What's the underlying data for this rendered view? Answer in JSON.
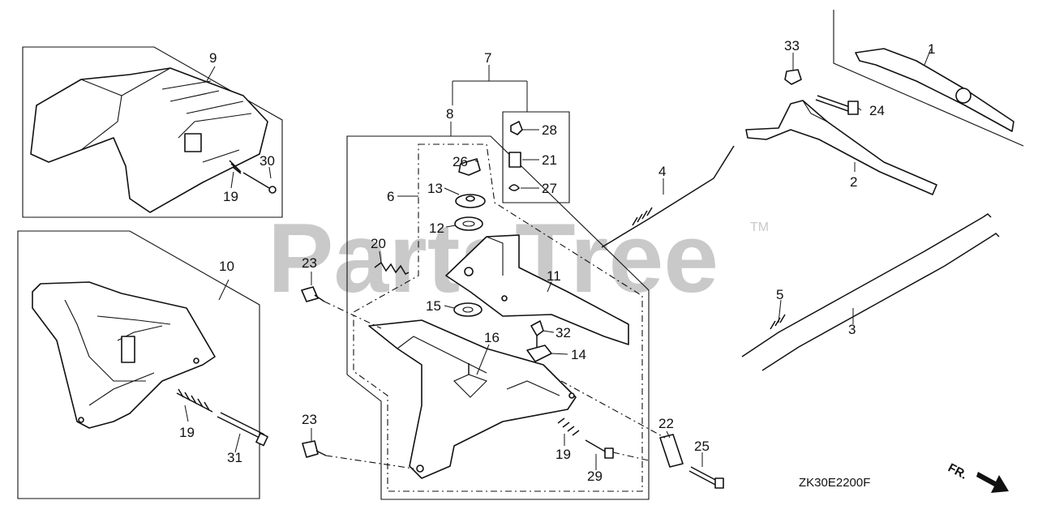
{
  "watermark": {
    "text": "PartsTree",
    "trademark": "TM"
  },
  "diagram_code": "ZK30E2200F",
  "direction_indicator": "FR.",
  "callouts": {
    "c1": "1",
    "c2": "2",
    "c3": "3",
    "c4": "4",
    "c5": "5",
    "c6": "6",
    "c7": "7",
    "c8": "8",
    "c9": "9",
    "c10": "10",
    "c11": "11",
    "c12": "12",
    "c13": "13",
    "c14": "14",
    "c15": "15",
    "c16": "16",
    "c19a": "19",
    "c19b": "19",
    "c19c": "19",
    "c20": "20",
    "c21": "21",
    "c22": "22",
    "c23a": "23",
    "c23b": "23",
    "c24": "24",
    "c25": "25",
    "c26": "26",
    "c27": "27",
    "c28": "28",
    "c29": "29",
    "c30": "30",
    "c31": "31",
    "c32": "32",
    "c33": "33"
  }
}
